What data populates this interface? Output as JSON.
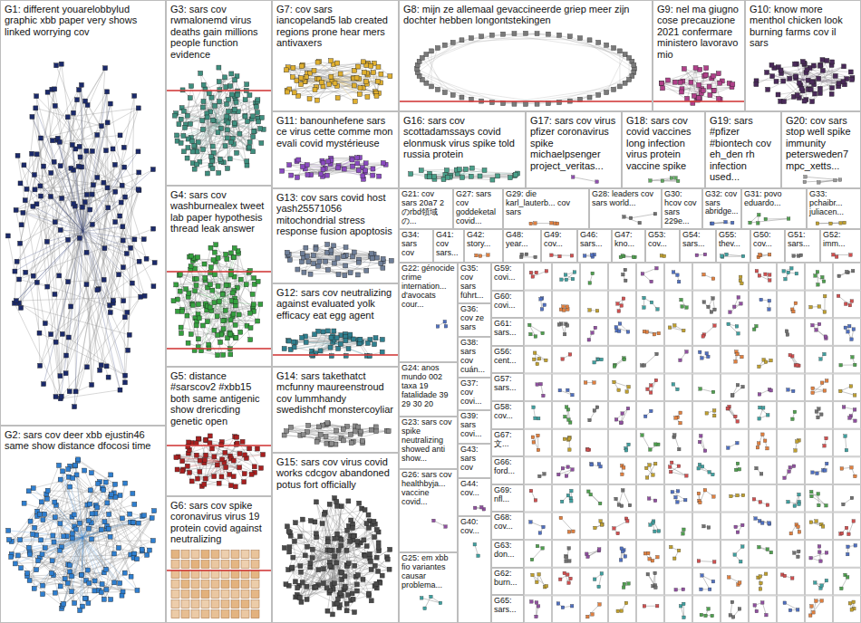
{
  "diagram": {
    "nodes": [
      {
        "text": [
          "G1: different youarelobbylud graphic xbb paper very shows linked worrying cov"
        ]
      },
      {
        "text": [
          "G2: sars cov deer xbb ejustin46 same show distance dfocosi time"
        ]
      },
      {
        "text": [
          "G3: sars cov rwmalonemd virus deaths gain millions people function evidence"
        ]
      },
      {
        "text": [
          "G4: sars cov washburnealex tweet lab paper hypothesis thread leak answer"
        ]
      },
      {
        "text": [
          "G5: distance #sarscov2 #xbb15 both same antigenic show drericding genetic open"
        ]
      },
      {
        "text": [
          "G6: sars cov spike coronavirus virus 19 protein covid against neutralizing"
        ]
      },
      {
        "text": [
          "G7: cov sars iancopeland5 lab created regions prone hear mers antivaxers"
        ]
      },
      {
        "text": [
          "G11: banounhefene sars ce virus cette comme mon evali covid mystérieuse"
        ]
      },
      {
        "text": [
          "G13: cov sars covid host yash25571056 mitochondrial stress response fusion apoptosis"
        ]
      },
      {
        "text": [
          "G12: sars cov neutralizing against evaluated yolk efficacy eat egg agent"
        ]
      },
      {
        "text": [
          "G14: sars takethatct mcfunny maureenstroud cov lummhandy swedishchf monstercoyliar"
        ]
      },
      {
        "text": [
          "G15: sars cov virus covid works cdcgov abandoned potus fort officially"
        ]
      },
      {
        "text": [
          "G8: mijn ze allemaal gevaccineerde griep meer zijn dochter hebben longontstekingen"
        ]
      },
      {
        "text": [
          "G9: nel ma giugno cose precauzione 2021 confermare ministero lavoravo mio"
        ]
      },
      {
        "text": [
          "G10: know more menthol chicken look burning farms cov il sars"
        ]
      },
      {
        "text": [
          "G16: sars cov scottadamssays covid elonmusk virus spike told russia protein"
        ]
      },
      {
        "text": [
          "G17: sars cov virus pfizer coronavirus spike michaelpsenger project_veritas..."
        ]
      },
      {
        "text": [
          "G18: sars cov covid vaccines long infection virus protein vaccine spike"
        ]
      },
      {
        "text": [
          "G19: sars #pfizer #biontech cov eh_den rh infection used..."
        ]
      },
      {
        "text": [
          "G20: cov sars stop well spike immunity petersweden7 mpc_xetts..."
        ]
      },
      {
        "text": [
          "G21: cov sars 20a7 2 のrbd領域の..."
        ]
      },
      {
        "text": [
          "G27: sars cov goddeketal covid..."
        ]
      },
      {
        "text": [
          "G29: die karl_lauterb... cov sars"
        ]
      },
      {
        "text": [
          "G28: leaders cov sars world..."
        ]
      },
      {
        "text": [
          "G30: hcov cov sars 229e..."
        ]
      },
      {
        "text": [
          "G32: cov sars abridge..."
        ]
      },
      {
        "text": [
          "G31: povo eduardo..."
        ]
      },
      {
        "text": [
          "G33: pchaibr... juliacen..."
        ]
      },
      {
        "text": [
          "G34: sars cov"
        ]
      },
      {
        "text": [
          "G41: cov sars..."
        ]
      },
      {
        "text": [
          "G42: story..."
        ]
      },
      {
        "text": [
          "G48: year..."
        ]
      },
      {
        "text": [
          "G49: cov..."
        ]
      },
      {
        "text": [
          "G46: sars..."
        ]
      },
      {
        "text": [
          "G47: kno..."
        ]
      },
      {
        "text": [
          "G53: cov..."
        ]
      },
      {
        "text": [
          "G54: sars..."
        ]
      },
      {
        "text": [
          "G55: thev..."
        ]
      },
      {
        "text": [
          "G50: cov..."
        ]
      },
      {
        "text": [
          "G51: sars..."
        ]
      },
      {
        "text": [
          "G52: imm..."
        ]
      },
      {
        "text": [
          "G22: génocide crime internation... d'avocats cour..."
        ]
      },
      {
        "text": [
          "G24: anos mundo 002 taxa 19 fatalidade 39 29 30 20"
        ]
      },
      {
        "text": [
          "G23: sars cov spike neutralizing showed anti show..."
        ]
      },
      {
        "text": [
          "G26: sars cov healthbyja... vaccine covid..."
        ]
      },
      {
        "text": [
          "G25: em xbb fio variantes causar problema..."
        ]
      },
      {
        "text": [
          "G35: cov sars führt..."
        ]
      },
      {
        "text": [
          "G36: cov ze sars"
        ]
      },
      {
        "text": [
          "G38: sars cov cuán..."
        ]
      },
      {
        "text": [
          "G37: cov covi..."
        ]
      },
      {
        "text": [
          "G39: sars covi..."
        ]
      },
      {
        "text": [
          "G43: sars cov"
        ]
      },
      {
        "text": [
          "G44: cov..."
        ]
      },
      {
        "text": [
          "G40: cov..."
        ]
      },
      {
        "text": [
          "G59: covi..."
        ]
      },
      {
        "text": [
          "G60: covi..."
        ]
      },
      {
        "text": [
          "G61: sars..."
        ]
      },
      {
        "text": [
          "G56: cent..."
        ]
      },
      {
        "text": [
          "G57: sars..."
        ]
      },
      {
        "text": [
          "G58: cov..."
        ]
      },
      {
        "text": [
          "G67: 文..."
        ]
      },
      {
        "text": [
          "G66: ford..."
        ]
      },
      {
        "text": [
          "G69: nfl..."
        ]
      },
      {
        "text": [
          "G68: cov..."
        ]
      },
      {
        "text": [
          "G63: don..."
        ]
      },
      {
        "text": [
          "G62: burn..."
        ]
      },
      {
        "text": [
          "G65: sars..."
        ]
      }
    ],
    "edges": [
      {
        "from": 0,
        "to": 6,
        "arrow": "none"
      },
      {
        "from": 0,
        "to": 8,
        "arrow": "none"
      },
      {
        "from": 0,
        "to": 9,
        "arrow": "none"
      },
      {
        "from": 1,
        "to": 10,
        "arrow": "none"
      },
      {
        "from": 1,
        "to": 11,
        "arrow": "none"
      },
      {
        "from": 3,
        "to": 41,
        "arrow": "none"
      },
      {
        "from": 6,
        "to": 14,
        "arrow": "none"
      }
    ]
  }
}
